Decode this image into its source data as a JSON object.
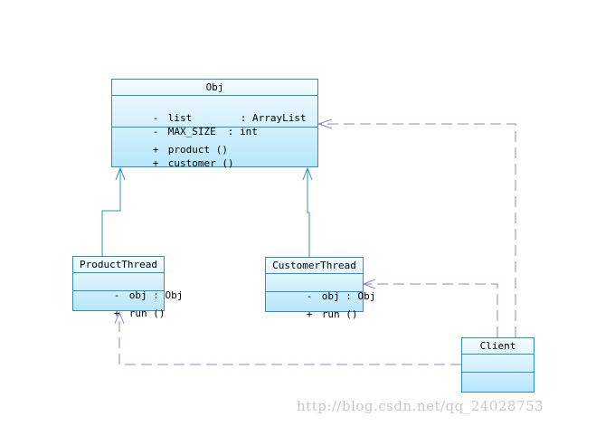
{
  "classes": {
    "obj": {
      "name": "Obj",
      "attributes": [
        {
          "vis": "-",
          "name": "list",
          "type": "ArrayList"
        },
        {
          "vis": "-",
          "name": "MAX_SIZE",
          "type": "int"
        }
      ],
      "operations": [
        {
          "vis": "+",
          "text": "product ()"
        },
        {
          "vis": "+",
          "text": "customer ()"
        }
      ]
    },
    "product_thread": {
      "name": "ProductThread",
      "attributes": [
        {
          "vis": "-",
          "name": "obj",
          "type": "Obj"
        }
      ],
      "operations": [
        {
          "vis": "+",
          "text": "run ()"
        }
      ]
    },
    "customer_thread": {
      "name": "CustomerThread",
      "attributes": [
        {
          "vis": "-",
          "name": "obj",
          "type": "Obj"
        }
      ],
      "operations": [
        {
          "vis": "+",
          "text": "run ()"
        }
      ]
    },
    "client": {
      "name": "Client"
    }
  },
  "colors": {
    "border": "#2a8fc0",
    "inheritance_line": "#2a8fc0",
    "dependency_line": "#8a84e0"
  },
  "watermark": "http://blog.csdn.net/qq_24028753"
}
